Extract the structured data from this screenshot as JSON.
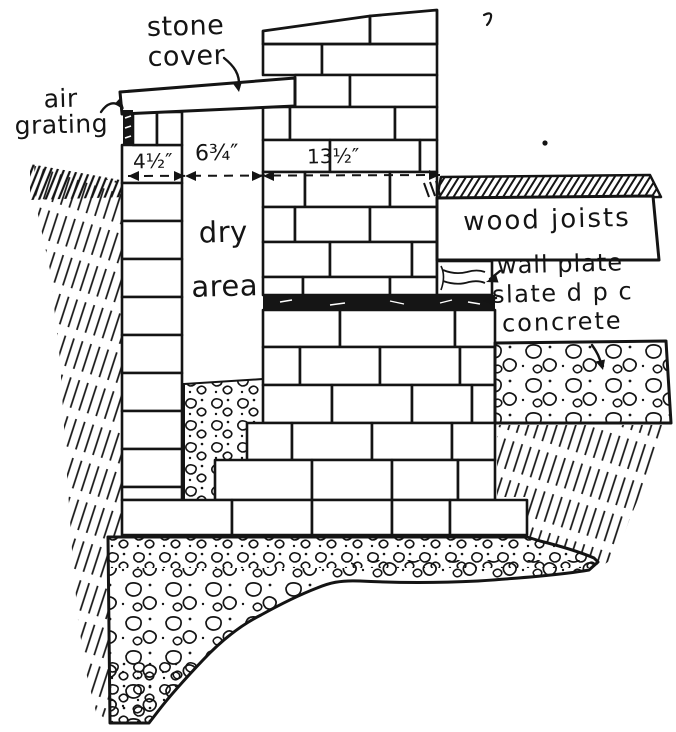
{
  "figure": {
    "type": "hand-drawn wall section diagram",
    "paper_color": "#ffffff",
    "ink_color": "#141414"
  },
  "labels": {
    "stone_cover": "stone\ncover",
    "air_grating": "air\ngrating",
    "dry_area": "dry\narea",
    "wood_joists": "wood joists",
    "wall_plate": "wall plate",
    "slate_dpc": "slate d p c",
    "concrete": "concrete"
  },
  "dimensions": {
    "outer_wall_thickness": "4½″",
    "dry_area_width": "6¾″",
    "main_wall_thickness": "13½″"
  }
}
